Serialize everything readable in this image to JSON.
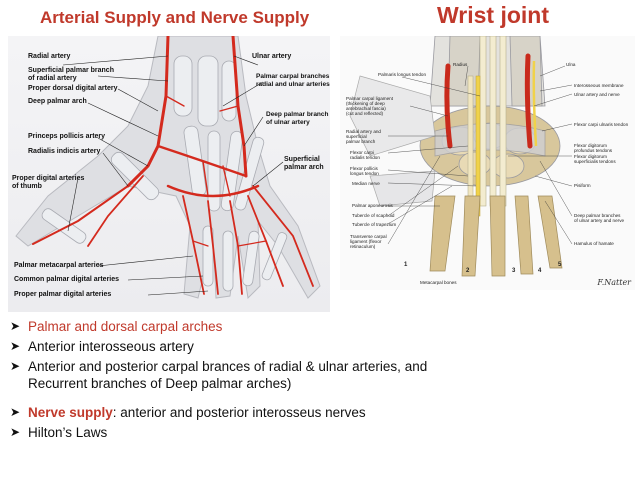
{
  "slide": {
    "title_left": "Arterial Supply and Nerve Supply",
    "title_right": "Wrist joint",
    "title_color": "#c0392b",
    "signature": "F.Natter"
  },
  "left_figure": {
    "labels": {
      "radial_artery": "Radial artery",
      "superficial_palmar_branch_1": "Superficial palmar branch",
      "superficial_palmar_branch_2": "of radial artery",
      "proper_dorsal_digital": "Proper dorsal digital artery",
      "deep_palmar_arch": "Deep palmar arch",
      "princeps_pollicis": "Princeps pollicis artery",
      "radialis_indicis": "Radialis indicis artery",
      "proper_digital_thumb_1": "Proper digital arteries",
      "proper_digital_thumb_2": "of thumb",
      "ulnar_artery": "Ulnar artery",
      "palmar_carpal_1": "Palmar carpal branches o",
      "palmar_carpal_2": "radial and ulnar arteries",
      "deep_palmar_branch_1": "Deep palmar branch",
      "deep_palmar_branch_2": "of ulnar artery",
      "superficial_arch_1": "Superficial",
      "superficial_arch_2": "palmar arch",
      "palmar_metacarpal": "Palmar metacarpal arteries",
      "common_palmar_digital": "Common palmar digital arteries",
      "proper_palmar_digital": "Proper palmar digital arteries"
    }
  },
  "right_figure": {
    "labels": {
      "palmaris_longus_tendon": "Palmaris longus tendon",
      "radius": "Radius",
      "ulna": "Ulna",
      "interosseous_membrane": "Interosseous membrane",
      "ulnar_artery_nerve": "Ulnar artery and nerve",
      "fcu_tendon": "Flexor carpi ulnaris tendon",
      "fdp_1": "Flexor digitorum",
      "fdp_2": "profundus tendons",
      "fds_1": "Flexor digitorum",
      "fds_2": "superficialis tendons",
      "pisiform": "Pisiform",
      "deep_palmar_branches_1": "Deep palmar branches",
      "deep_palmar_branches_2": "of ulnar artery and nerve",
      "hamulus": "Hamulus of hamate",
      "palmar_carpal_ligament_1": "Palmar carpal ligament",
      "palmar_carpal_ligament_2": "(thickening of deep",
      "palmar_carpal_ligament_3": "antebrachial fascia)",
      "palmar_carpal_ligament_4": "(cut and reflected)",
      "radial_artery_1": "Radial artery and",
      "radial_artery_2": "superficial",
      "radial_artery_3": "palmar branch",
      "fcr_1": "Flexor carpi",
      "fcr_2": "radialis tendon",
      "fpl_1": "Flexor pollicis",
      "fpl_2": "longus tendon",
      "median_nerve": "Median nerve",
      "palmar_aponeurosis": "Palmar aponeurosis",
      "tubercle_scaphoid": "Tubercle of scaphoid",
      "tubercle_trapezium": "Tubercle of trapezium",
      "transverse_carpal_1": "Transverse carpal",
      "transverse_carpal_2": "ligament (flexor",
      "transverse_carpal_3": "retinaculum)",
      "metacarpal_bones": "Metacarpal bones"
    },
    "numbers": [
      "1",
      "2",
      "3",
      "4",
      "5"
    ]
  },
  "bullets": [
    {
      "text": "Palmar and dorsal carpal arches"
    },
    {
      "text": "Anterior  interosseous artery"
    },
    {
      "line1": "Anterior and posterior carpal brances of radial & ulnar arteries, and",
      "line2": "Recurrent branches of Deep palmar arches)"
    },
    {
      "bold": "Nerve supply",
      "rest": ": anterior and posterior interosseus nerves"
    },
    {
      "text": "Hilton’s Laws"
    }
  ],
  "colors": {
    "accent": "#c0392b",
    "artery": "#d42a1e",
    "bone": "#dcdcdc"
  },
  "icons": {
    "bullet": "right-arrowhead-icon"
  }
}
